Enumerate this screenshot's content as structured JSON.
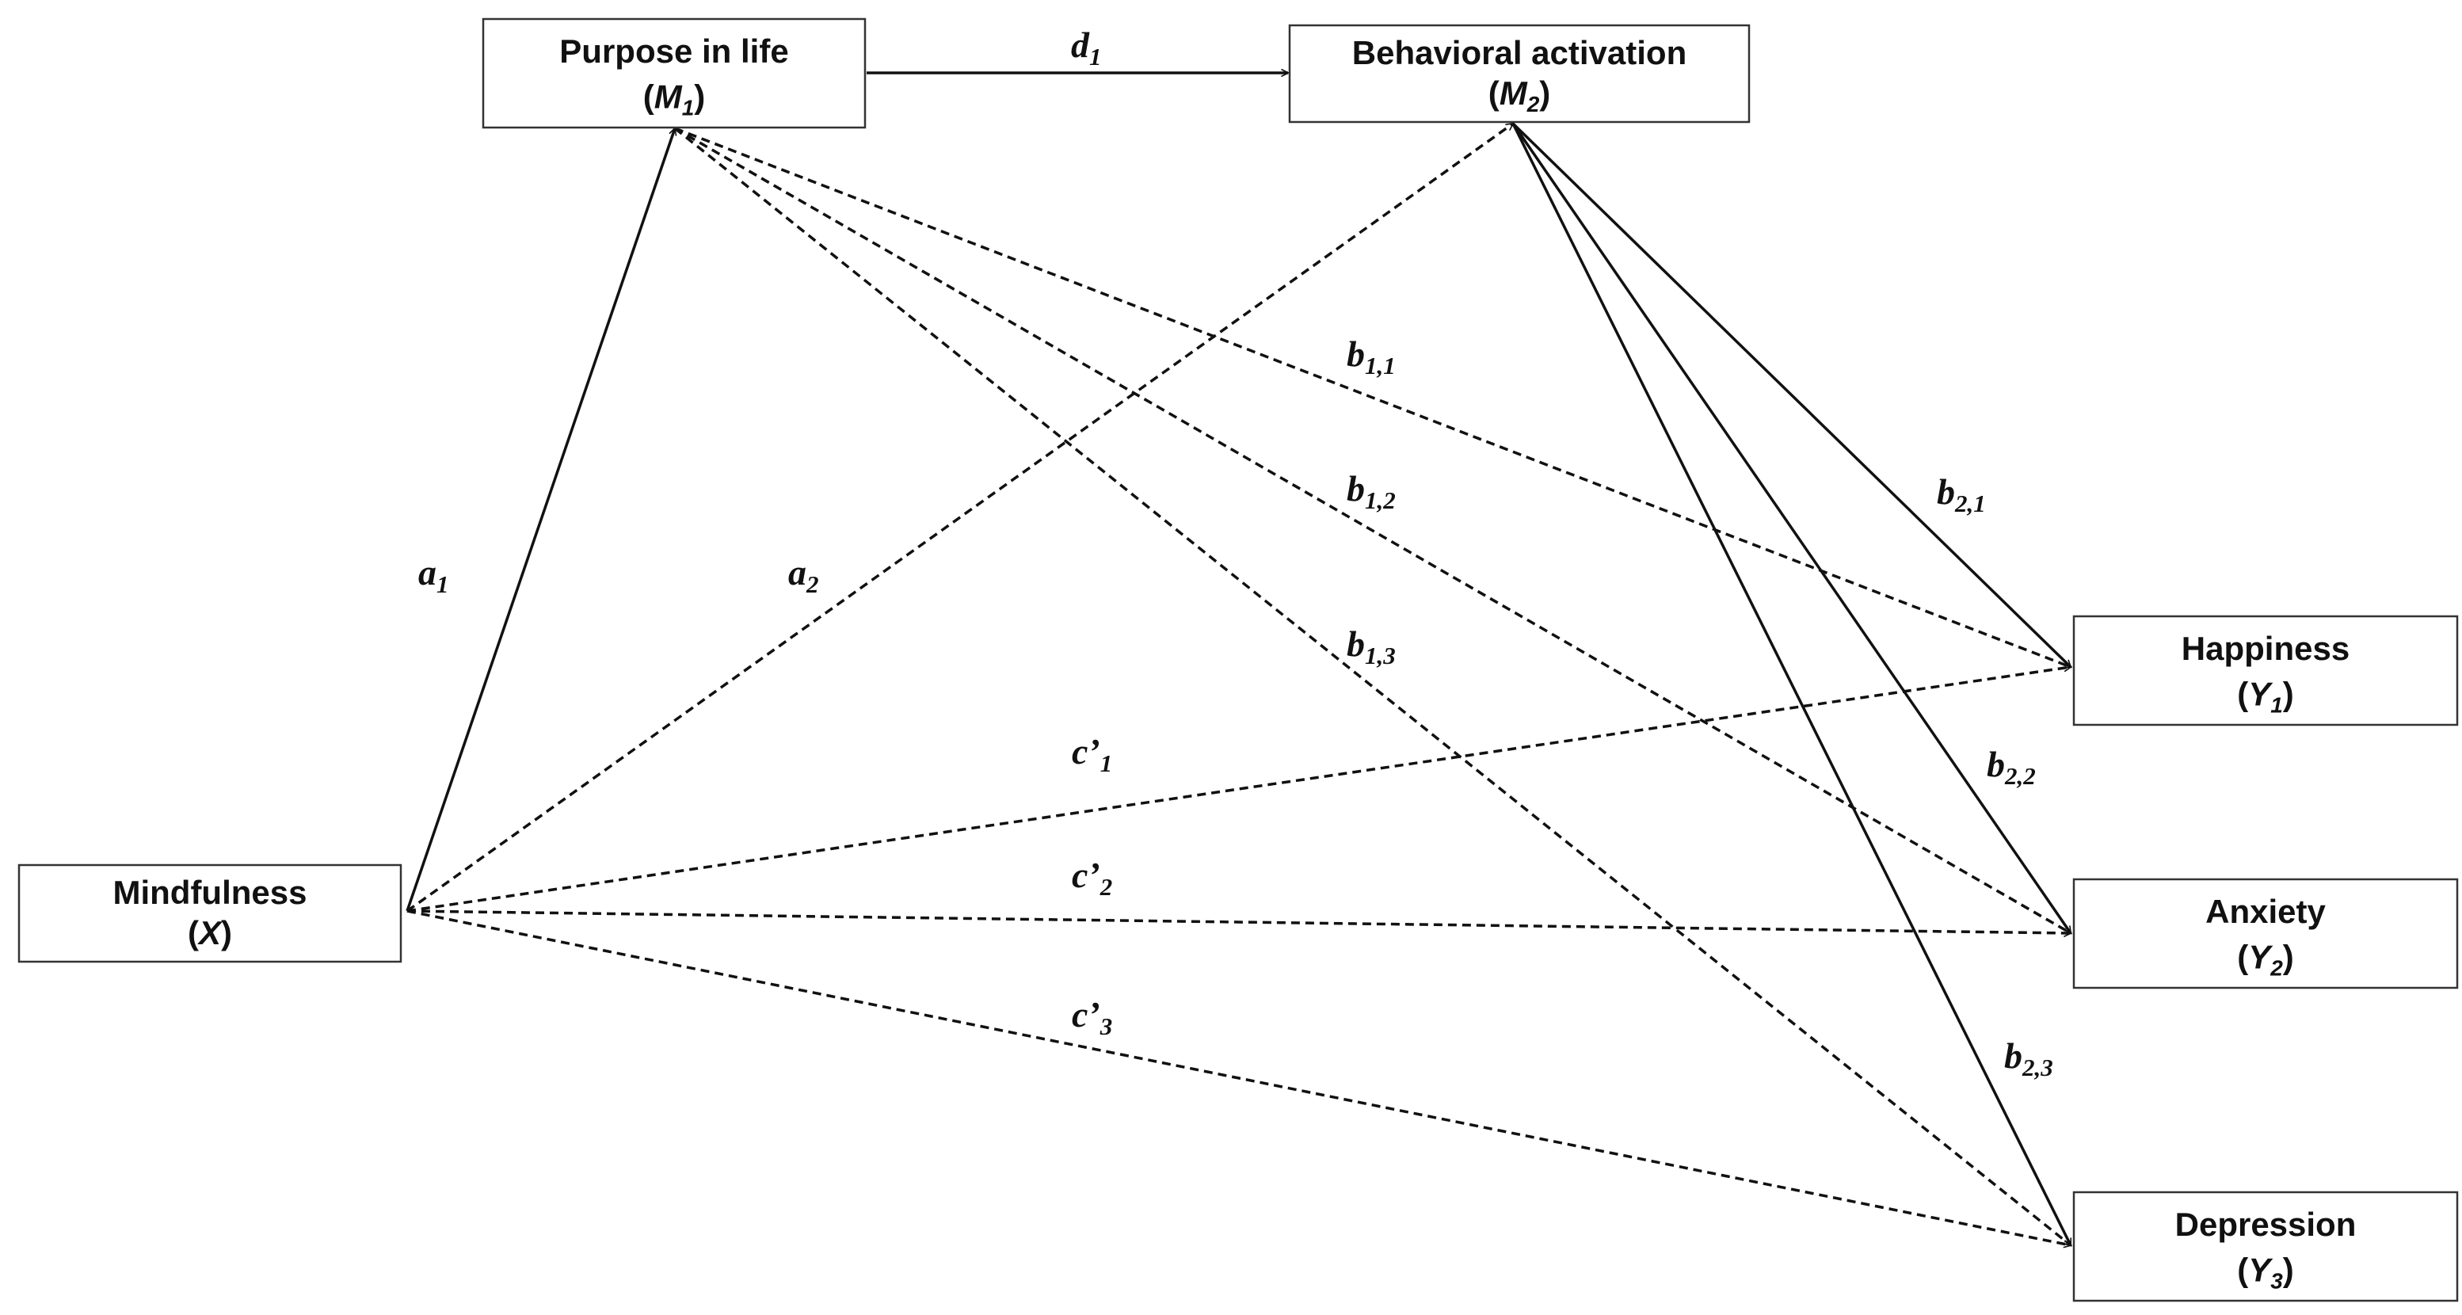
{
  "diagram": {
    "nodes": [
      {
        "id": "m1",
        "title": "Purpose in life",
        "symbol": "M",
        "subscript": "1"
      },
      {
        "id": "m2",
        "title": "Behavioral activation",
        "symbol": "M",
        "subscript": "2"
      },
      {
        "id": "x",
        "title": "Mindfulness",
        "symbol": "X",
        "subscript": ""
      },
      {
        "id": "y1",
        "title": "Happiness",
        "symbol": "Y",
        "subscript": "1"
      },
      {
        "id": "y2",
        "title": "Anxiety",
        "symbol": "Y",
        "subscript": "2"
      },
      {
        "id": "y3",
        "title": "Depression",
        "symbol": "Y",
        "subscript": "3"
      }
    ],
    "edges": [
      {
        "id": "d1",
        "from": "m1",
        "to": "m2",
        "label": "d",
        "sub": "1",
        "style": "solid"
      },
      {
        "id": "a1",
        "from": "x",
        "to": "m1",
        "label": "a",
        "sub": "1",
        "style": "solid"
      },
      {
        "id": "a2",
        "from": "x",
        "to": "m2",
        "label": "a",
        "sub": "2",
        "style": "dashed"
      },
      {
        "id": "b11",
        "from": "m1",
        "to": "y1",
        "label": "b",
        "sub": "1,1",
        "style": "dashed"
      },
      {
        "id": "b12",
        "from": "m1",
        "to": "y2",
        "label": "b",
        "sub": "1,2",
        "style": "dashed"
      },
      {
        "id": "b13",
        "from": "m1",
        "to": "y3",
        "label": "b",
        "sub": "1,3",
        "style": "dashed"
      },
      {
        "id": "b21",
        "from": "m2",
        "to": "y1",
        "label": "b",
        "sub": "2,1",
        "style": "solid"
      },
      {
        "id": "b22",
        "from": "m2",
        "to": "y2",
        "label": "b",
        "sub": "2,2",
        "style": "solid"
      },
      {
        "id": "b23",
        "from": "m2",
        "to": "y3",
        "label": "b",
        "sub": "2,3",
        "style": "solid"
      },
      {
        "id": "c1",
        "from": "x",
        "to": "y1",
        "label": "c’",
        "sub": "1",
        "style": "dashed"
      },
      {
        "id": "c2",
        "from": "x",
        "to": "y2",
        "label": "c’",
        "sub": "2",
        "style": "dashed"
      },
      {
        "id": "c3",
        "from": "x",
        "to": "y3",
        "label": "c’",
        "sub": "3",
        "style": "dashed"
      }
    ]
  }
}
